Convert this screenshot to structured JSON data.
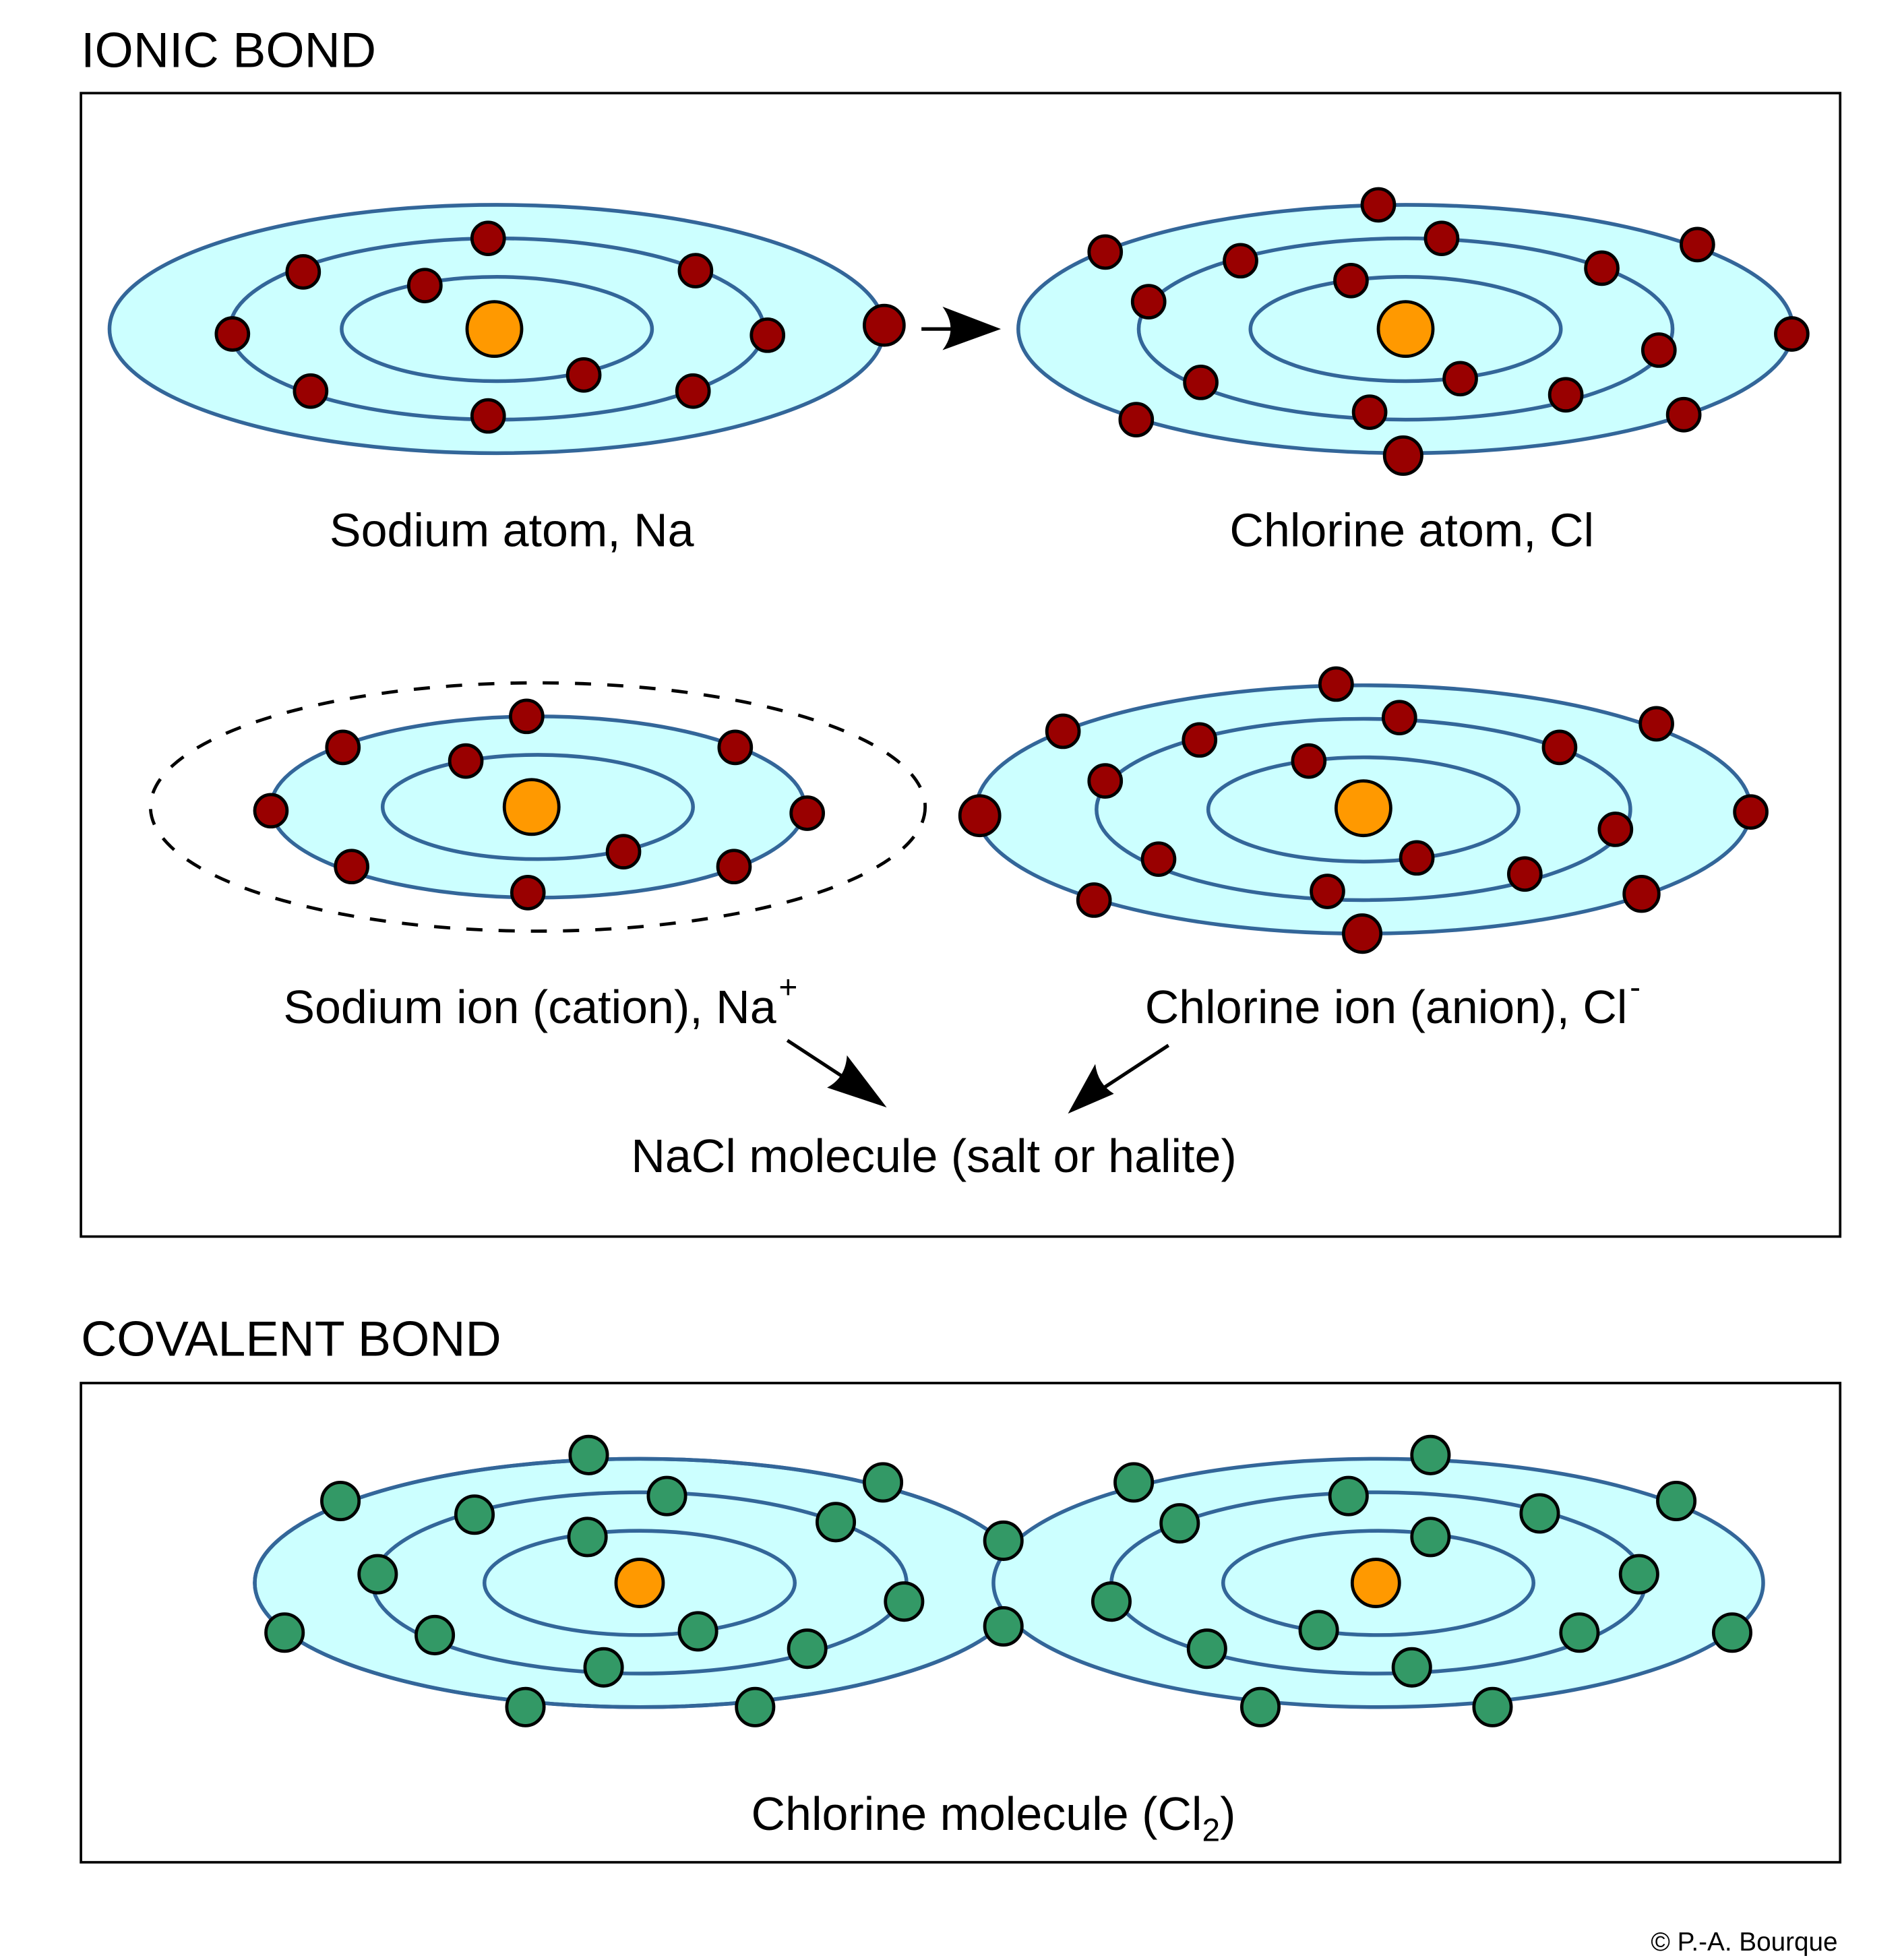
{
  "ionic": {
    "title": "IONIC BOND",
    "sodium_atom": {
      "label": "Sodium atom, Na",
      "shells": [
        2,
        8,
        1
      ]
    },
    "chlorine_atom": {
      "label": "Chlorine atom, Cl",
      "shells": [
        2,
        8,
        7
      ]
    },
    "sodium_ion": {
      "label": "Sodium ion (cation), Na",
      "charge": "+",
      "shells": [
        2,
        8,
        0
      ]
    },
    "chlorine_ion": {
      "label": "Chlorine ion (anion), Cl",
      "charge": "-",
      "shells": [
        2,
        8,
        8
      ]
    },
    "product_label": "NaCl molecule (salt or halite)"
  },
  "covalent": {
    "title": "COVALENT BOND",
    "molecule_label_main": "Chlorine molecule (Cl",
    "molecule_label_sub": "2",
    "molecule_label_end": ")",
    "shared_electrons": 2,
    "atoms": [
      {
        "element": "Cl",
        "shells": [
          2,
          8,
          7
        ]
      },
      {
        "element": "Cl",
        "shells": [
          2,
          8,
          7
        ]
      }
    ]
  },
  "copyright": "© P.-A. Bourque",
  "colors": {
    "shell_fill": "#CCFFFF",
    "shell_stroke": "#336699",
    "nucleus": "#FF9900",
    "ionic_electron": "#990000",
    "covalent_electron": "#339966"
  }
}
